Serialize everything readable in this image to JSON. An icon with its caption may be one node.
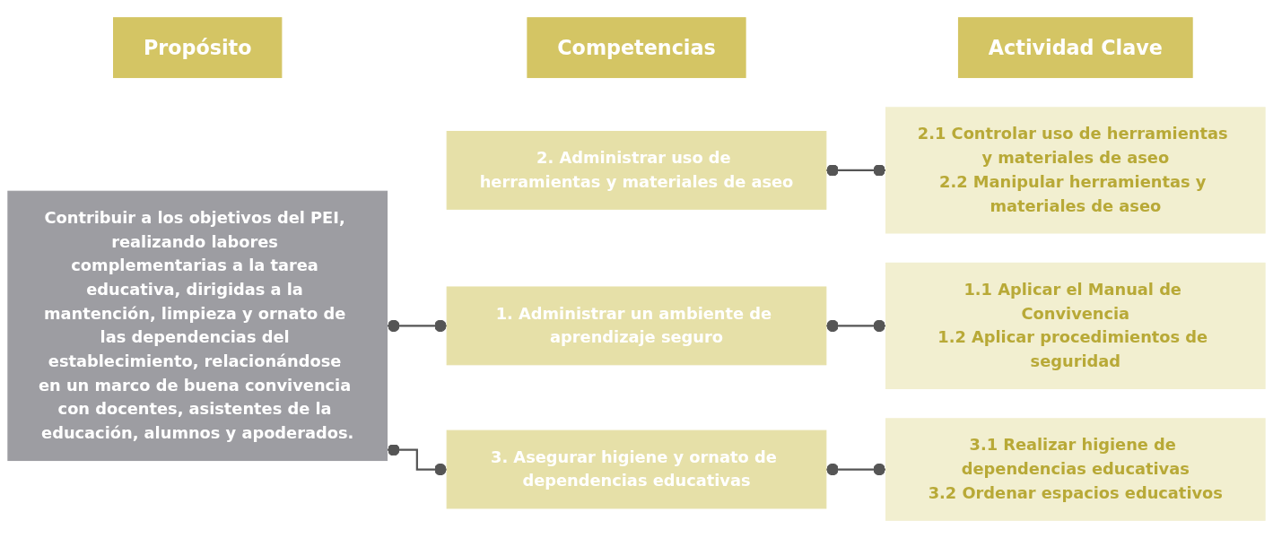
{
  "diagram": {
    "nodes": [
      {
        "text": [
          "Propósito"
        ]
      },
      {
        "text": [
          "Competencias"
        ]
      },
      {
        "text": [
          "Actividad Clave"
        ]
      },
      {
        "text": [
          "Contribuir a los objetivos del PEI, realizando labores complementarias a la tarea educativa, dirigidas a la mantención, limpieza y ornato de las dependencias del establecimiento, relacionándose en un marco de buena convivencia con docentes, asistentes de la educación, alumnos y apoderados."
        ]
      },
      {
        "text": [
          "1. Administrar un ambiente de aprendizaje seguro"
        ]
      },
      {
        "text": [
          "1.1 Aplicar el Manual de Convivencia",
          "1.2 Aplicar procedimientos de seguridad"
        ]
      },
      {
        "text": [
          "2. Administrar uso de herramientas y materiales de aseo"
        ]
      },
      {
        "text": [
          "2.1 Controlar uso de herramientas y materiales de aseo",
          "2.2 Manipular herramientas y materiales de aseo"
        ]
      },
      {
        "text": [
          "3. Asegurar higiene y ornato de dependencias educativas"
        ]
      },
      {
        "text": [
          "3.1 Realizar higiene de dependencias educativas",
          "3.2 Ordenar espacios educativos"
        ]
      }
    ],
    "edges": [
      {
        "from": 3,
        "to": 4,
        "arrow": "other"
      },
      {
        "from": 3,
        "to": 8,
        "arrow": "other"
      },
      {
        "from": 4,
        "to": 5,
        "arrow": "other"
      },
      {
        "from": 6,
        "to": 7,
        "arrow": "other"
      },
      {
        "from": 8,
        "to": 9,
        "arrow": "other"
      }
    ]
  }
}
